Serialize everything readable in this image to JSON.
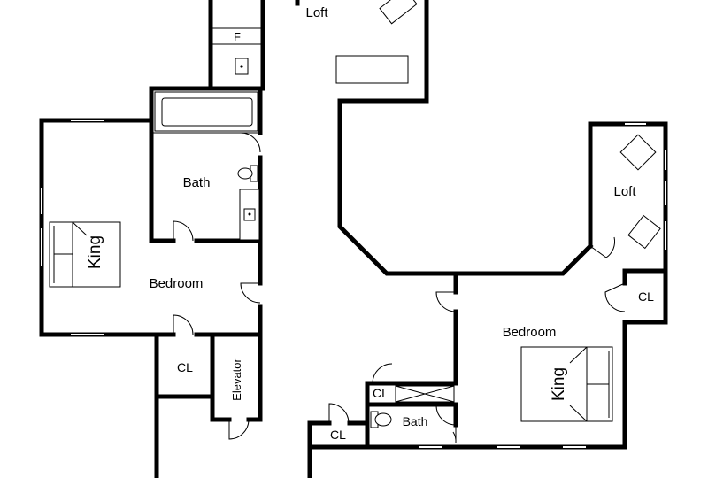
{
  "rooms": {
    "loft_top": "Loft",
    "fridge": "F",
    "bath_left": "Bath",
    "bed_left_king": "King",
    "bedroom_left": "Bedroom",
    "cl_left": "CL",
    "elevator": "Elevator",
    "loft_right": "Loft",
    "cl_right": "CL",
    "bedroom_right": "Bedroom",
    "bed_right_king": "King",
    "cl_mid": "CL",
    "bath_right": "Bath",
    "cl_bottom": "CL"
  }
}
